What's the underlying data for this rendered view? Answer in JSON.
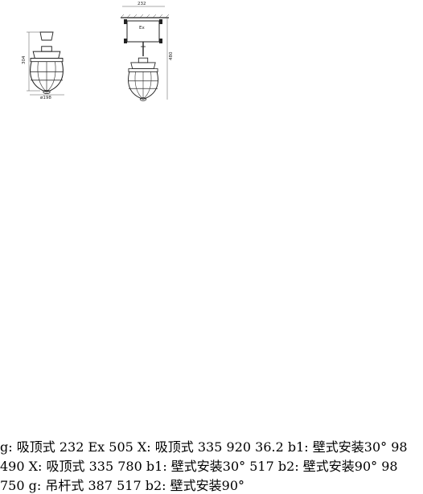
{
  "figures": [
    {
      "id": "f1",
      "caption": "",
      "dims": [
        "304",
        "ø198"
      ]
    },
    {
      "id": "f2",
      "caption": "g:  吸顶式",
      "dims": [
        "232",
        "Ex",
        "480"
      ]
    },
    {
      "id": "f3",
      "caption": "X:  吸顶式",
      "dims": [
        "232",
        "Ex",
        "505"
      ]
    },
    {
      "id": "f4",
      "caption": "b1:  壁式安装30°",
      "dims": [
        "335",
        "920",
        "36.2"
      ]
    },
    {
      "id": "f5",
      "caption": "X:  吸顶式",
      "dims": [
        "98",
        "490"
      ]
    },
    {
      "id": "f6",
      "caption": "b1:  壁式安装30°",
      "dims": [
        "335",
        "780"
      ]
    },
    {
      "id": "f7",
      "caption": "b2:  壁式安装90°",
      "dims": [
        "517"
      ]
    },
    {
      "id": "f8",
      "caption": "g:  吊杆式",
      "dims": [
        "98",
        "750"
      ]
    },
    {
      "id": "f9",
      "caption": "b2:  壁式安装90°",
      "dims": [
        "387",
        "517"
      ]
    }
  ]
}
